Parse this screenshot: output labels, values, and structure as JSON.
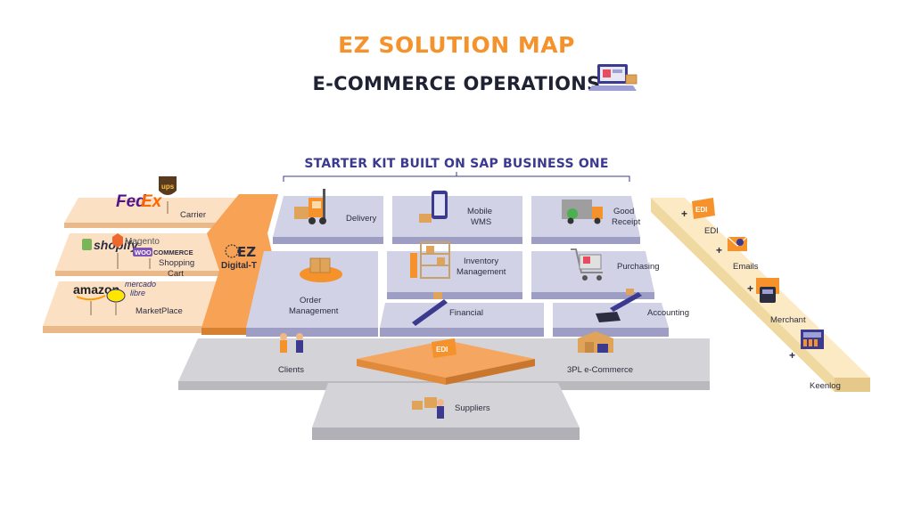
{
  "header": {
    "title": "EZ SOLUTION MAP",
    "subtitle": "E-COMMERCE OPERATIONS"
  },
  "starter_kit": {
    "title": "STARTER KIT BUILT ON SAP BUSINESS ONE"
  },
  "left_panel": {
    "brands": {
      "fedex_fed": "Fed",
      "fedex_ex": "Ex",
      "ups": "ups",
      "shopify": "shopify",
      "magento": "Magento",
      "woo": "WOO",
      "commerce": "COMMERCE",
      "amazon": "amazon",
      "mercado": "mercado",
      "libre": "libre"
    },
    "rows": [
      {
        "label": "Carrier"
      },
      {
        "label_line1": "Shopping",
        "label_line2": "Cart"
      },
      {
        "label": "MarketPlace"
      }
    ]
  },
  "ez_block": {
    "logo": "EZ",
    "name": "Digital-T"
  },
  "modules": {
    "delivery": "Delivery",
    "mobile_wms_1": "Mobile",
    "mobile_wms_2": "WMS",
    "good_receipt_1": "Good",
    "good_receipt_2": "Receipt",
    "order_mgmt_1": "Order",
    "order_mgmt_2": "Management",
    "inventory_1": "Inventory",
    "inventory_2": "Management",
    "purchasing": "Purchasing",
    "financial": "Financial",
    "accounting": "Accounting"
  },
  "base": {
    "clients": "Clients",
    "edi": "EDI",
    "third_party": "3PL e-Commerce",
    "suppliers": "Suppliers"
  },
  "right_panel": {
    "items": [
      {
        "plus": "+",
        "icon_text": "EDI",
        "label": "EDI"
      },
      {
        "plus": "+",
        "label": "Emails"
      },
      {
        "plus": "+",
        "label": "Merchant"
      },
      {
        "plus": "+",
        "label": "Keenlog"
      }
    ]
  },
  "colors": {
    "orange": "#f5922b",
    "dark_title": "#1f2233",
    "purple_title": "#3b3a8f",
    "module_tile": "#cdcde3",
    "left_panel": "#f9d6b1",
    "right_panel": "#faeac0",
    "base_gray": "#cfcfd3"
  }
}
